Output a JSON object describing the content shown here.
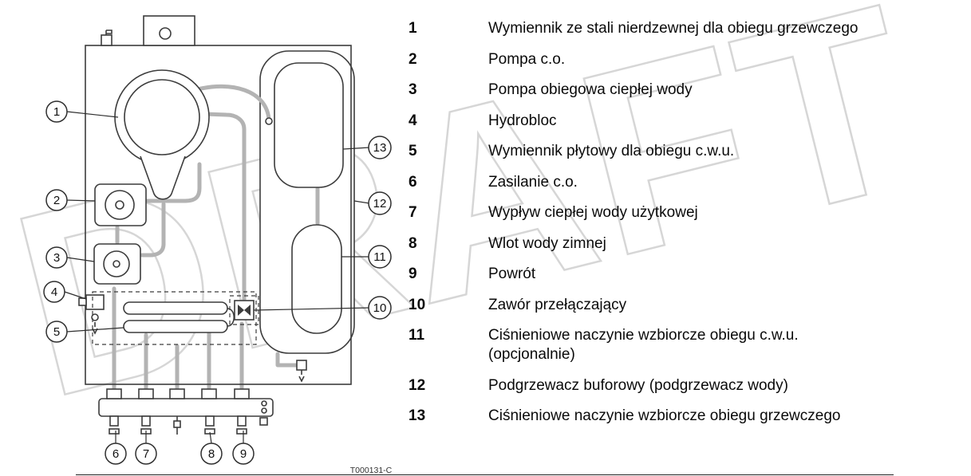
{
  "watermark": "DRAFT",
  "figure": {
    "code": "T000131-C"
  },
  "callouts": {
    "c1": "1",
    "c2": "2",
    "c3": "3",
    "c4": "4",
    "c5": "5",
    "c6": "6",
    "c7": "7",
    "c8": "8",
    "c9": "9",
    "c10": "10",
    "c11": "11",
    "c12": "12",
    "c13": "13"
  },
  "legend": {
    "items": [
      {
        "num": "1",
        "label": "Wymiennik ze stali nierdzewnej dla obiegu grzewczego"
      },
      {
        "num": "2",
        "label": "Pompa c.o."
      },
      {
        "num": "3",
        "label": "Pompa obiegowa ciepłej wody"
      },
      {
        "num": "4",
        "label": "Hydrobloc"
      },
      {
        "num": "5",
        "label": "Wymiennik płytowy dla obiegu c.w.u."
      },
      {
        "num": "6",
        "label": "Zasilanie c.o."
      },
      {
        "num": "7",
        "label": "Wypływ ciepłej wody użytkowej"
      },
      {
        "num": "8",
        "label": "Wlot wody zimnej"
      },
      {
        "num": "9",
        "label": "Powrót"
      },
      {
        "num": "10",
        "label": "Zawór przełączający"
      },
      {
        "num": "11",
        "label": "Ciśnieniowe naczynie wzbiorcze obiegu c.w.u.\n(opcjonalnie)"
      },
      {
        "num": "12",
        "label": "Podgrzewacz buforowy (podgrzewacz wody)"
      },
      {
        "num": "13",
        "label": "Ciśnieniowe naczynie wzbiorcze obiegu grzewczego"
      }
    ]
  }
}
